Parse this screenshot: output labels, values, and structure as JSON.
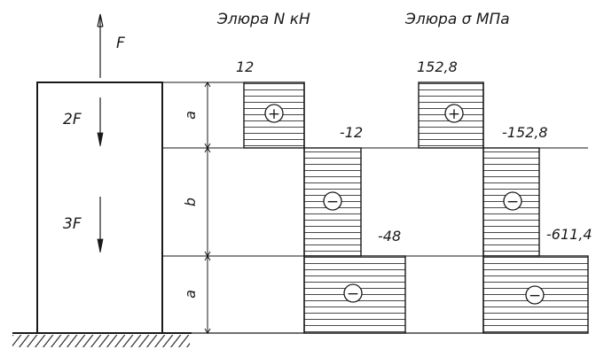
{
  "titles": {
    "n_diagram": "Элюра N кН",
    "sigma_diagram": "Элюра σ МПа"
  },
  "loads": {
    "top": "F",
    "mid": "2F",
    "bottom": "3F"
  },
  "dimensions": {
    "top": "a",
    "mid": "b",
    "bottom": "a"
  },
  "n_values": {
    "top": "12",
    "mid": "-12",
    "bottom": "-48"
  },
  "sigma_values": {
    "top": "152,8",
    "mid": "-152,8",
    "bottom": "-611,4"
  },
  "signs": {
    "plus": "+",
    "minus": "−"
  },
  "colors": {
    "ink": "#1a1a1a",
    "background": "#ffffff"
  }
}
